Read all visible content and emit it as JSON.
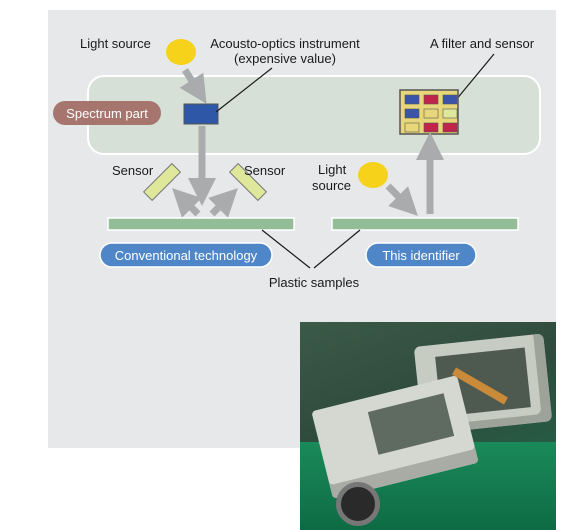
{
  "labels": {
    "light_source_top": "Light source",
    "ao_instrument_line1": "Acousto-optics instrument",
    "ao_instrument_line2": "(expensive value)",
    "filter_sensor": "A filter and sensor",
    "spectrum_part": "Spectrum part",
    "sensor_left": "Sensor",
    "sensor_right": "Sensor",
    "light_source_right_line1": "Light",
    "light_source_right_line2": "source",
    "conventional": "Conventional technology",
    "identifier": "This identifier",
    "plastic_samples": "Plastic samples"
  },
  "colors": {
    "panel_bg": "#e6e8e9",
    "spectrum_box": "#d6e0d6",
    "spectrum_pill": "#a5756e",
    "light_yellow": "#f6d21a",
    "instrument_blue": "#2f57a8",
    "arrow_gray": "#a9abad",
    "sample_green": "#93bd97",
    "tech_pill_blue": "#4e86c8",
    "sensor_yellow": "#dfe89a"
  },
  "filter_grid_colors": [
    [
      "#3a55a8",
      "#c0244a",
      "#3a55a8"
    ],
    [
      "#3a55a8",
      "#e8d77a",
      "#dfe89a"
    ],
    [
      "#e8d77a",
      "#c0244a",
      "#c0244a"
    ]
  ],
  "photo": {
    "description_icon": "device-photo"
  }
}
